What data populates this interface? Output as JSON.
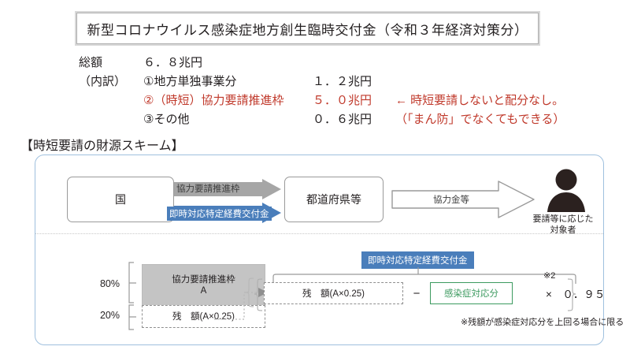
{
  "title": "新型コロナウイルス感染症地方創生臨時交付金（令和３年経済対策分）",
  "budget": {
    "total_label": "総額",
    "total_amount": "６．８兆円",
    "breakdown_label": "（内訳）",
    "rows": [
      {
        "item": "①地方単独事業分",
        "amount": "１．２兆円",
        "highlight": false
      },
      {
        "item": "②（時短）協力要請推進枠",
        "amount": "５．０兆円",
        "highlight": true
      },
      {
        "item": "③その他",
        "amount": "０．６兆円",
        "highlight": false
      }
    ],
    "note_line1": "← 時短要請しないと配分なし。",
    "note_line2": "（「まん防」でなくてもできる）",
    "note_color": "#c0392b"
  },
  "scheme": {
    "heading": "【時短要請の財源スキーム】",
    "flow": {
      "country_box": "国",
      "prefecture_box": "都道府県等",
      "arrow_gray_label": "協力要請推進枠",
      "arrow_blue_label": "即時対応特定経費交付金",
      "arrow_outline_label": "協力金等",
      "person_caption_line1": "要請等に応じた",
      "person_caption_line2": "対象者"
    },
    "calculation": {
      "bar": {
        "top_pct": "80%",
        "bottom_pct": "20%",
        "top_label_line1": "協力要請推進枠",
        "top_label_line2": "A",
        "bottom_label": "残　額(A×0.25)"
      },
      "blue_tag": "即時対応特定経費交付金",
      "zangaku_box": "残　額(A×0.25)",
      "minus": "−",
      "kansen_box": "感染症対応分",
      "marker": "※2",
      "multiplier": "×　０．９５",
      "footnote": "※残額が感染症対応分を上回る場合に限る"
    }
  },
  "colors": {
    "accent_blue": "#4a7ebb",
    "accent_green": "#3c9a5f",
    "accent_red": "#c0392b",
    "bar_gray": "#c4c4c4",
    "container_border": "#9fc0de"
  }
}
